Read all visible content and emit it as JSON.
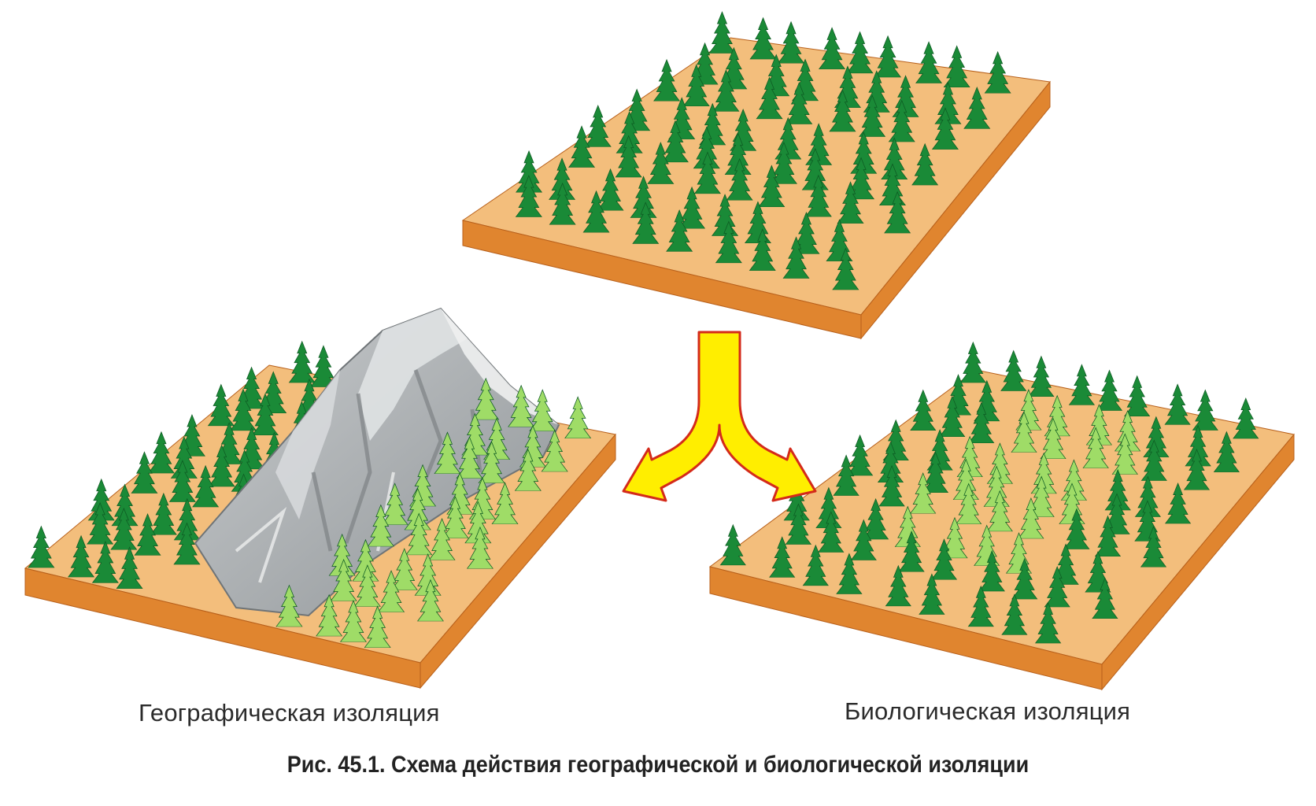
{
  "diagram": {
    "labels": {
      "left": "Географическая изоляция",
      "right": "Биологическая изоляция"
    },
    "caption": "Рис. 45.1. Схема действия географической и биологической изоляции",
    "colors": {
      "soil_top": "#f3be7c",
      "soil_side": "#e0852f",
      "soil_edge": "#b8601b",
      "tree_dark": "#1a8a37",
      "tree_light": "#9fdc67",
      "mountain": "#a6aaad",
      "arrow_fill": "#ffee00",
      "arrow_stroke": "#d42a1a"
    },
    "icons": [
      "conifer-tree-icon",
      "mountain-icon",
      "split-arrow-icon"
    ]
  }
}
